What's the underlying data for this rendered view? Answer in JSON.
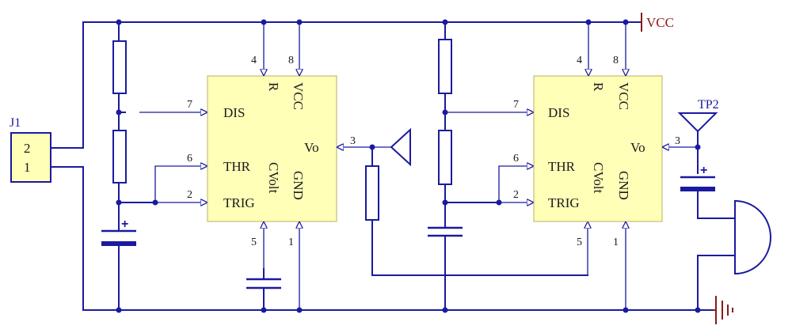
{
  "colors": {
    "wire": "#1a1aa0",
    "ic": "#ffffb8",
    "label": "#8a1a1a"
  },
  "power": {
    "vcc": "VCC"
  },
  "connector": {
    "name": "J1",
    "pin_top": "2",
    "pin_bottom": "1"
  },
  "test_point": {
    "name": "TP2"
  },
  "ic1": {
    "pins": {
      "dis": "DIS",
      "thr": "THR",
      "trig": "TRIG",
      "r": "R",
      "vcc": "VCC",
      "vo": "Vo",
      "cvolt": "CVolt",
      "gnd": "GND"
    },
    "pin_numbers": {
      "dis": "7",
      "thr": "6",
      "trig": "2",
      "r": "4",
      "vcc": "8",
      "vo": "3",
      "cvolt": "5",
      "gnd": "1"
    }
  },
  "ic2": {
    "pins": {
      "dis": "DIS",
      "thr": "THR",
      "trig": "TRIG",
      "r": "R",
      "vcc": "VCC",
      "vo": "Vo",
      "cvolt": "CVolt",
      "gnd": "GND"
    },
    "pin_numbers": {
      "dis": "7",
      "thr": "6",
      "trig": "2",
      "r": "4",
      "vcc": "8",
      "vo": "3",
      "cvolt": "5",
      "gnd": "1"
    }
  },
  "capacitor_polarity": {
    "c_timing_left": "+",
    "c_output": "+"
  }
}
